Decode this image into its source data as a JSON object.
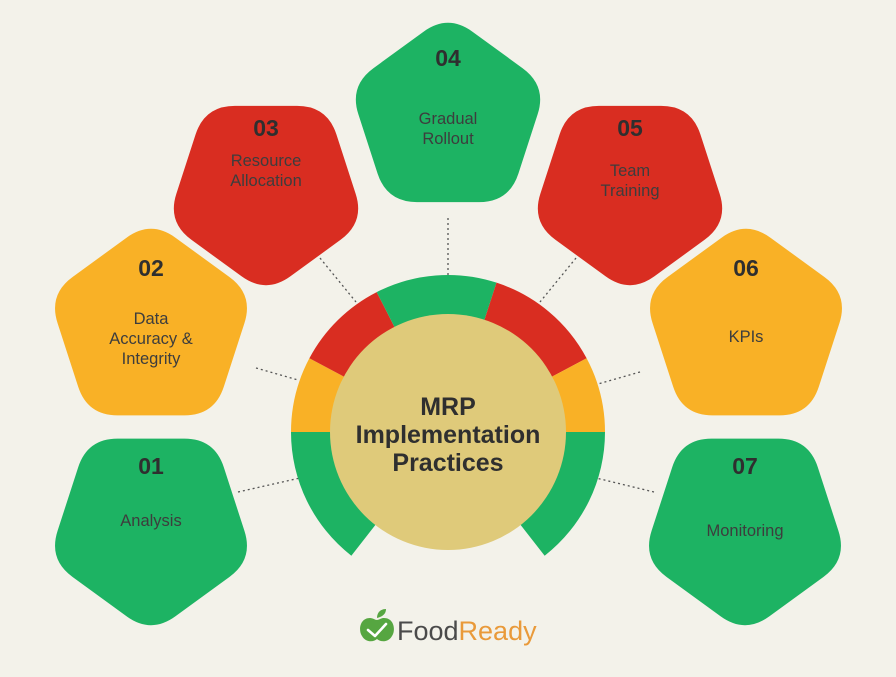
{
  "title_lines": [
    "MRP",
    "Implementation",
    "Practices"
  ],
  "colors": {
    "background": "#f3f2ea",
    "green": "#1db363",
    "orange": "#f9b126",
    "red": "#d92d21",
    "center": "#dfca7a",
    "text": "#3d3d3d",
    "connector": "#555555"
  },
  "steps": [
    {
      "number": "01",
      "label_lines": [
        "Analysis"
      ],
      "color": "green"
    },
    {
      "number": "02",
      "label_lines": [
        "Data",
        "Accuracy &",
        "Integrity"
      ],
      "color": "orange"
    },
    {
      "number": "03",
      "label_lines": [
        "Resource",
        "Allocation"
      ],
      "color": "red"
    },
    {
      "number": "04",
      "label_lines": [
        "Gradual",
        "Rollout"
      ],
      "color": "green"
    },
    {
      "number": "05",
      "label_lines": [
        "Team",
        "Training"
      ],
      "color": "red"
    },
    {
      "number": "06",
      "label_lines": [
        "KPIs"
      ],
      "color": "orange"
    },
    {
      "number": "07",
      "label_lines": [
        "Monitoring"
      ],
      "color": "green"
    }
  ],
  "logo": {
    "brand_part1": "Food",
    "brand_part2": "Ready",
    "icon": "apple-check-icon",
    "brand_color_1": "#4a4a4a",
    "brand_color_2": "#e99a3a",
    "icon_color": "#56a641"
  }
}
